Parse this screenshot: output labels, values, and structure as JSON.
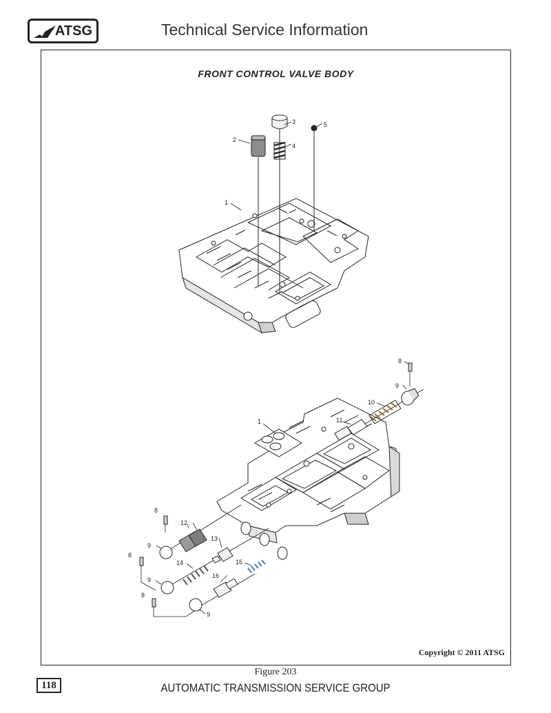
{
  "header": {
    "logo_text": "ATSG",
    "title": "Technical Service Information"
  },
  "diagram": {
    "title": "FRONT CONTROL VALVE BODY",
    "callouts": [
      "1",
      "2",
      "3",
      "4",
      "5",
      "8",
      "9",
      "10",
      "11",
      "12",
      "13",
      "14",
      "15",
      "16"
    ],
    "copyright": "Copyright © 2011 ATSG"
  },
  "footer": {
    "figure_caption": "Figure 203",
    "page_number": "118",
    "company": "AUTOMATIC TRANSMISSION SERVICE GROUP"
  },
  "colors": {
    "ink": "#222222",
    "part_fill": "#ffffff",
    "shade": "#9a9a9a",
    "spring_blue": "#3a78b8"
  }
}
